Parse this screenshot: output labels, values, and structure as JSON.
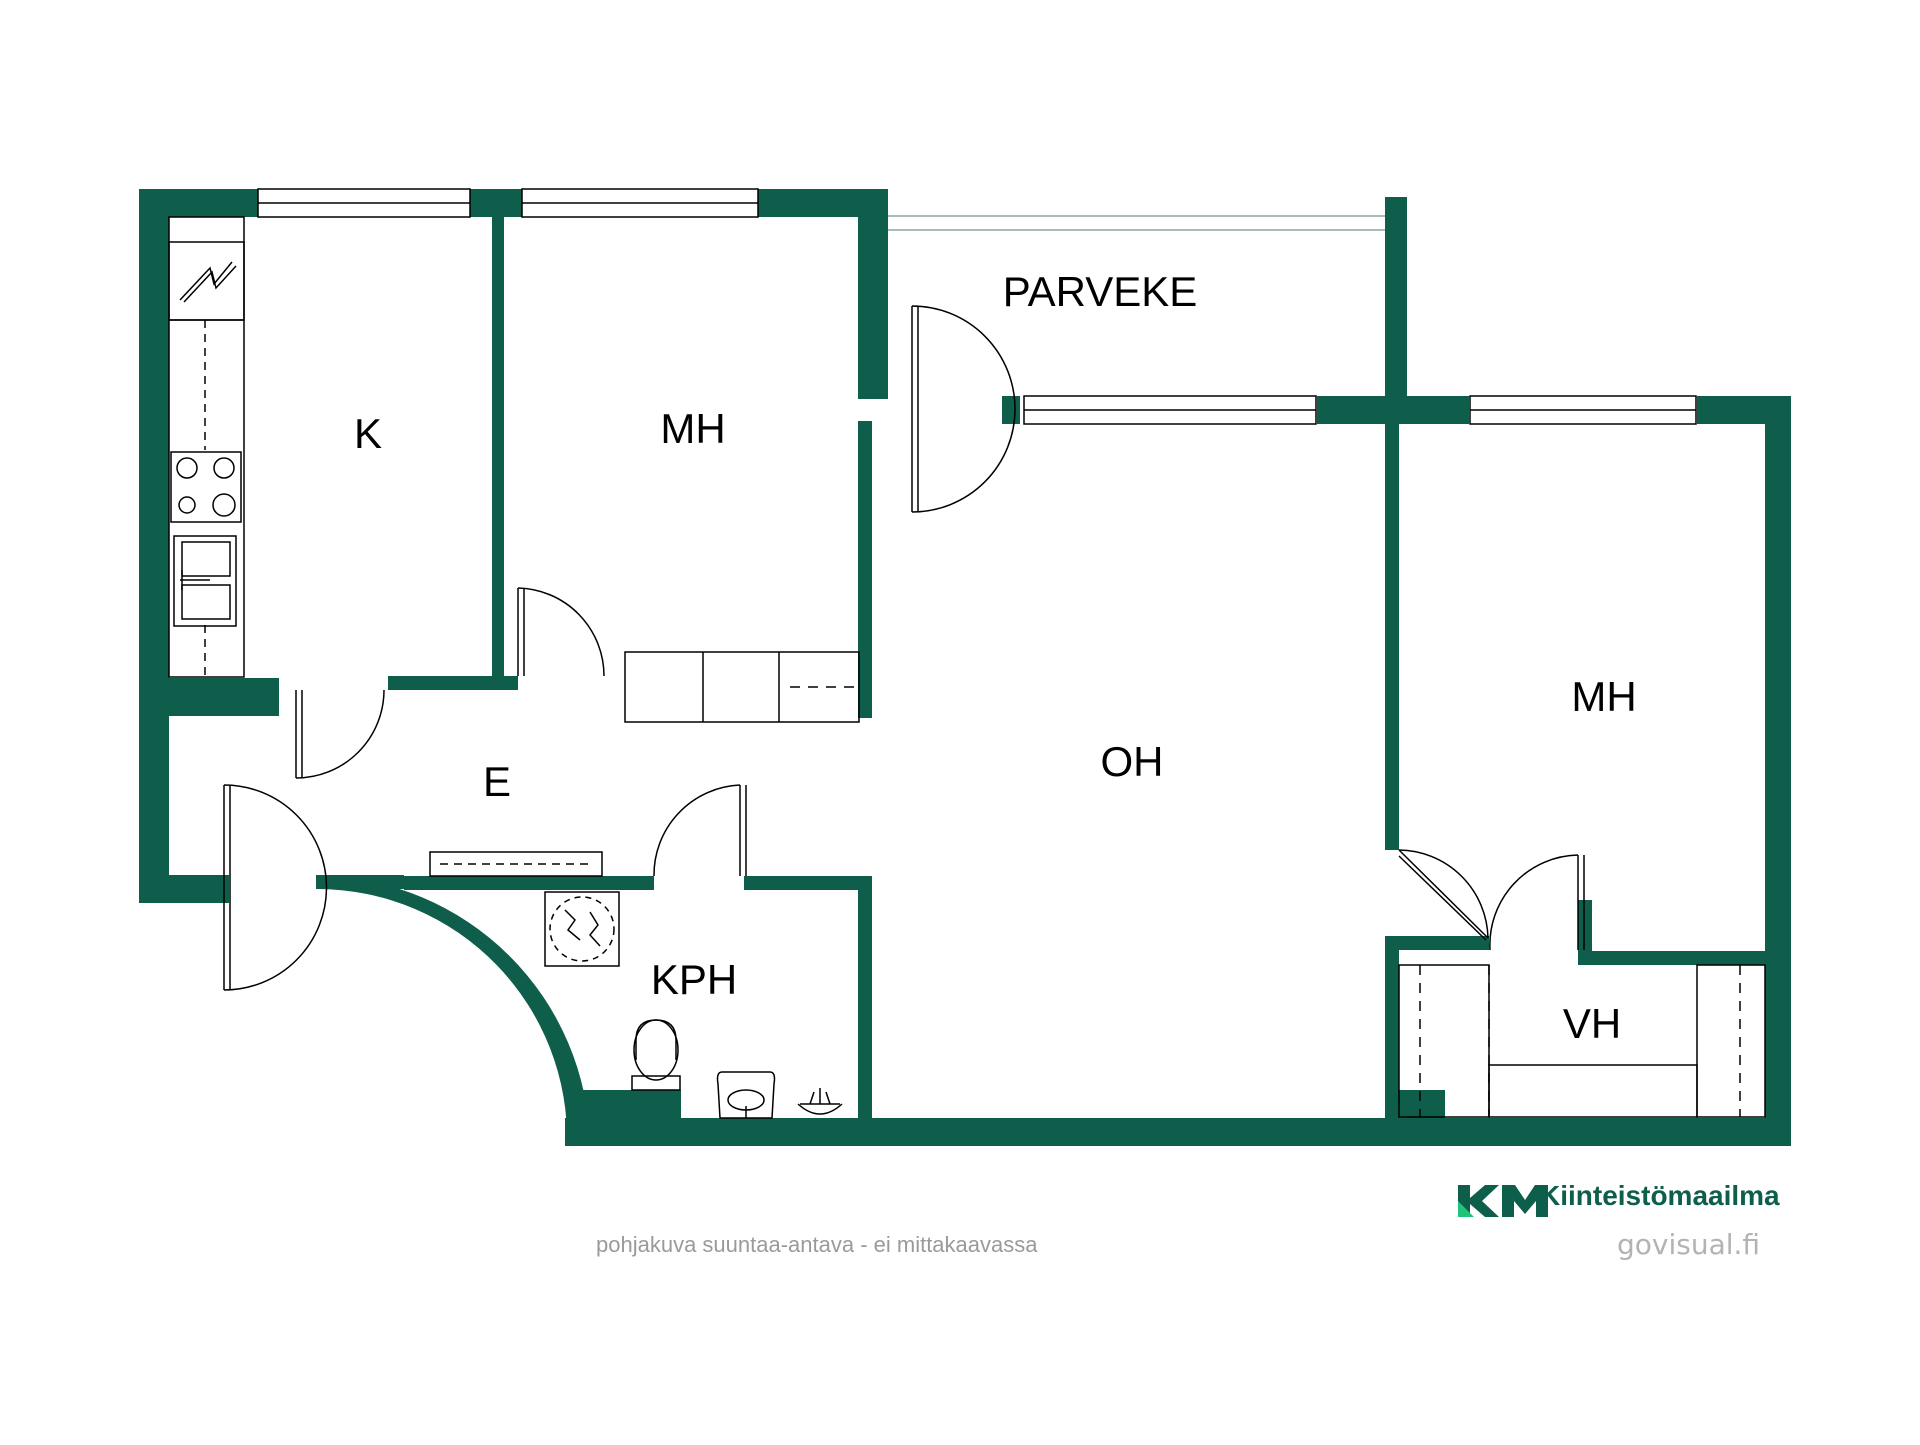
{
  "colors": {
    "wall": "#0f5e4b",
    "line": "#000000",
    "window": "#ffffff",
    "note": "#9a9a9a",
    "brand_dark": "#0d5e4a",
    "brand_accent": "#1fc47a"
  },
  "rooms": {
    "kitchen": "K",
    "bedroom_1": "MH",
    "balcony": "PARVEKE",
    "living_room": "OH",
    "bedroom_2": "MH",
    "hallway": "E",
    "bathroom": "KPH",
    "closet": "VH"
  },
  "footer": {
    "disclaimer": "pohjakuva suuntaa-antava - ei mittakaavassa",
    "brand_name": "Kiinteistömaailma",
    "credit": "govisual.fi"
  },
  "icons": [
    "electric-panel-icon",
    "stove-icon",
    "sink-icon",
    "toilet-icon",
    "washbasin-icon",
    "shower-icon",
    "floor-drain-icon",
    "km-logo-icon"
  ]
}
